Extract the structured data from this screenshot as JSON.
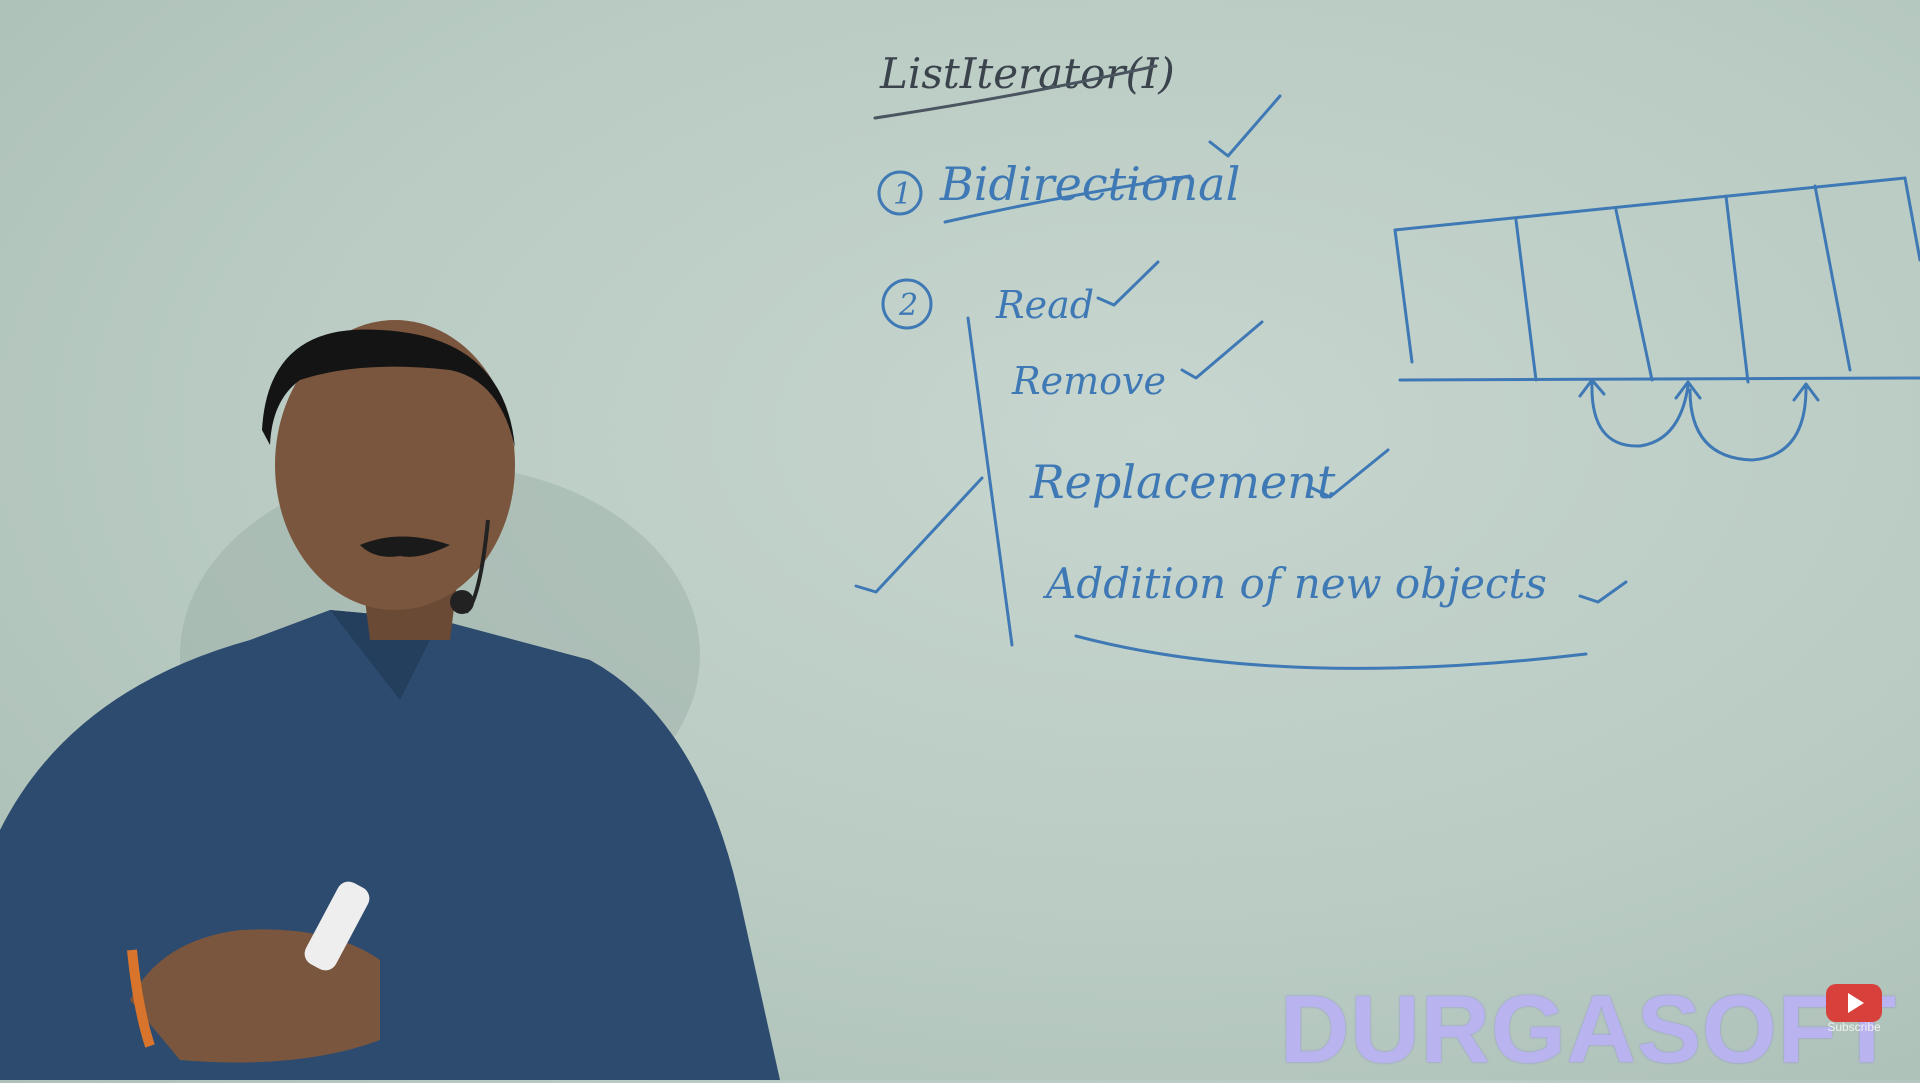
{
  "whiteboard": {
    "heading": "ListIterator(I)",
    "point1_number": "1",
    "point1_text": "Bidirectional",
    "point2_number": "2",
    "operations": [
      "Read",
      "Remove",
      "Replacement",
      "Addition of new objects"
    ]
  },
  "watermark": "DURGASOFT",
  "subscribe": {
    "label": "Subscribe",
    "icon": "play-icon"
  },
  "colors": {
    "marker_blue": "#3f79b5",
    "watermark": "#b9b4f0",
    "shirt": "#2c4b6e"
  }
}
